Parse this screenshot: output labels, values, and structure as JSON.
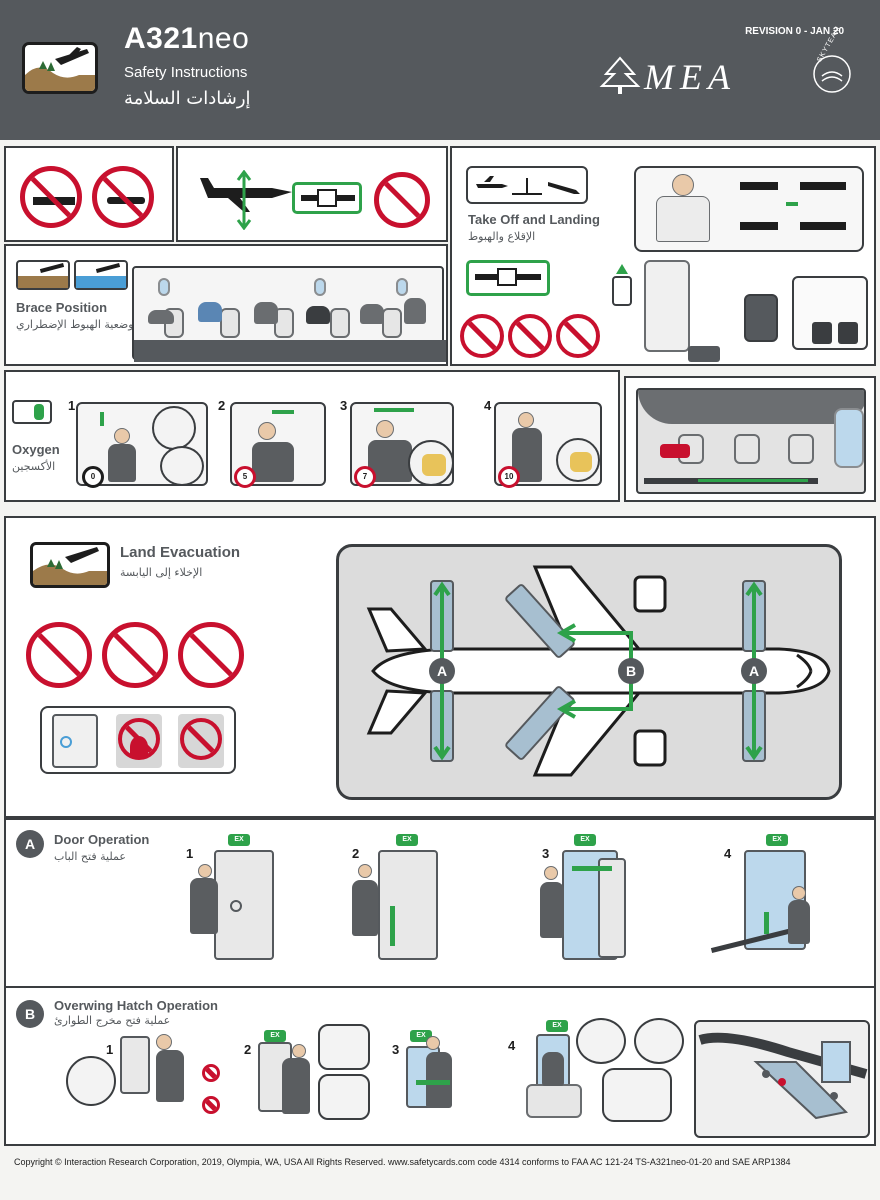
{
  "header": {
    "title_bold": "A321",
    "title_light": "neo",
    "subtitle": "Safety Instructions",
    "subtitle_ar": "إرشادات السلامة",
    "revision": "REVISION 0 - JAN 20",
    "logo_text": "MEA",
    "alliance": "SKYTEAM"
  },
  "sections": {
    "takeoff": {
      "en": "Take Off and Landing",
      "ar": "الإقلاع والهبوط"
    },
    "brace": {
      "en": "Brace Position",
      "ar": "وضعية الهبوط الإضطراري"
    },
    "oxygen": {
      "en": "Oxygen",
      "ar": "الأكسجين"
    },
    "land_evac": {
      "en": "Land Evacuation",
      "ar": "الإخلاء إلى اليابسة"
    },
    "door_op": {
      "letter": "A",
      "en": "Door Operation",
      "ar": "عملية فتح الباب"
    },
    "hatch_op": {
      "letter": "B",
      "en": "Overwing Hatch Operation",
      "ar": "عملية فتح مخرج الطوارئ"
    }
  },
  "oxygen_steps": [
    {
      "num": "1",
      "timer": "0"
    },
    {
      "num": "2",
      "timer": "5"
    },
    {
      "num": "3",
      "timer": "7"
    },
    {
      "num": "4",
      "timer": "10"
    }
  ],
  "exit_labels": {
    "front": "A",
    "wing": "B",
    "rear": "A"
  },
  "door_steps": [
    "1",
    "2",
    "3",
    "4"
  ],
  "hatch_steps": [
    "1",
    "2",
    "3",
    "4"
  ],
  "colors": {
    "header": "#55595d",
    "prohibit": "#c8102e",
    "green": "#2ea24a",
    "window": "#bcd8ec"
  },
  "footer": "Copyright © Interaction Research Corporation, 2019, Olympia, WA, USA All Rights Reserved.   www.safetycards.com  code 4314 conforms to FAA AC 121-24 TS-A321neo-01-20 and SAE ARP1384"
}
